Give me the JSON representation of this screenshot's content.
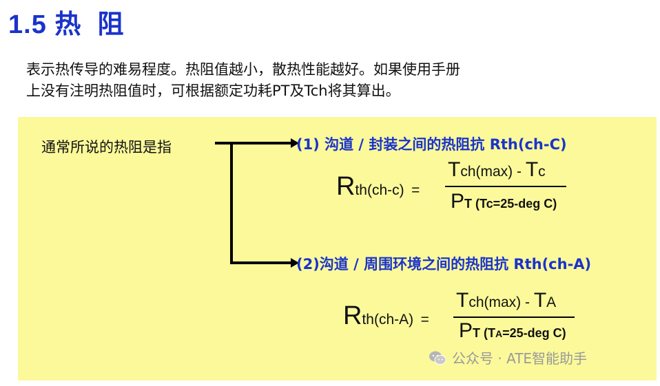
{
  "title": "1.5 热  阻",
  "intro": {
    "line1": "表示热传导的难易程度。热阻值越小，散热性能越好。如果使用手册",
    "line2": "上没有注明热阻值时，可根据额定功耗PT及Tch将其算出。"
  },
  "box": {
    "lead": "通常所说的热阻是指",
    "item1": "(1) 沟道 / 封装之间的热阻抗 Rth(ch-C)",
    "item2": "(2)沟道 / 周围环境之间的热阻抗 Rth(ch-A)",
    "formula1": {
      "lhs_R": "R",
      "lhs_sub": "th(ch-c)",
      "eq": "=",
      "num_T1": "T",
      "num_sub1": "ch(max) - ",
      "num_T2": "T",
      "num_sub2": "c",
      "den_P": "P",
      "den_T": "T",
      "den_cond": " (Tc=25-deg C)"
    },
    "formula2": {
      "lhs_R": "R",
      "lhs_sub": "th(ch-A)",
      "eq": "=",
      "num_T1": "T",
      "num_sub1": "ch(max) - ",
      "num_T2": "T",
      "num_sub2": "A",
      "den_P": "P",
      "den_T": "T",
      "den_cond_open": " (T",
      "den_cond_sub": "A",
      "den_cond_close": "=25-deg C)"
    }
  },
  "watermark": {
    "text": "公众号 · ATE智能助手",
    "icon": "wechat-icon"
  }
}
